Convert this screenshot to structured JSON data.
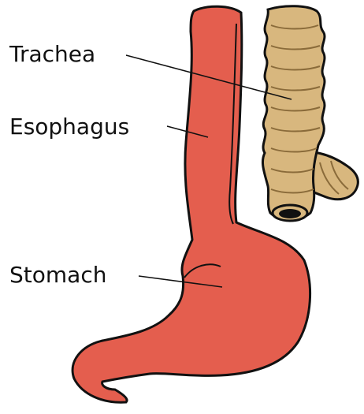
{
  "labels": {
    "trachea": "Trachea",
    "esophagus": "Esophagus",
    "stomach": "Stomach"
  },
  "colors": {
    "esophagus_stomach_fill": "#E45E4E",
    "trachea_fill": "#D8B77E",
    "outline": "#111111",
    "background": "#FFFFFF"
  }
}
